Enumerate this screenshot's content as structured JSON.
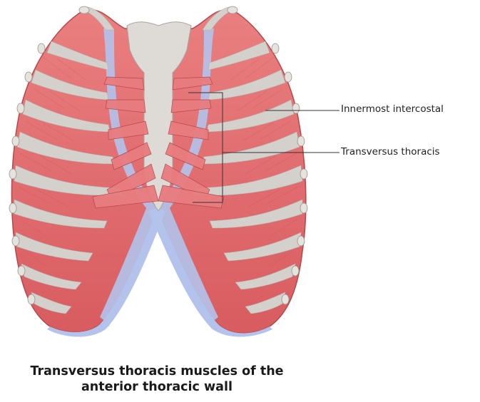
{
  "labels": {
    "innermost": "Innermost intercostal",
    "transversus": "Transversus thoracis"
  },
  "caption": {
    "line1": "Transversus thoracis muscles of the",
    "line2": "anterior thoracic wall"
  },
  "colors": {
    "muscle": "#e0686a",
    "muscle_dark": "#c9484c",
    "bone": "#d4d0cc",
    "cartilage": "#b3c3ec",
    "sternum": "#dedbd7",
    "outline": "#7a4a4a"
  }
}
